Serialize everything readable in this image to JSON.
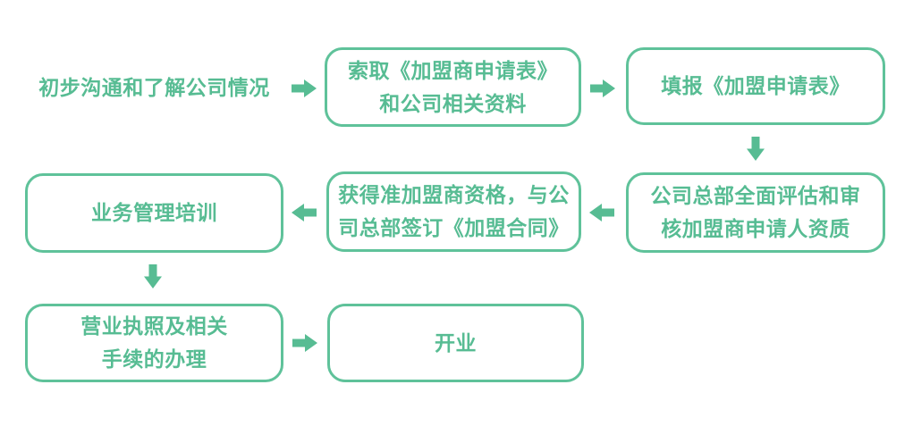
{
  "theme": {
    "background_color": "#ffffff",
    "accent_color": "#57bc93",
    "box_border_color": "#5fc29a"
  },
  "steps": [
    {
      "label": "初步沟通和了解公司情况",
      "shape": "plain-text"
    },
    {
      "label": "索取《加盟商申请表》\n和公司相关资料",
      "shape": "rounded-box"
    },
    {
      "label": "填报《加盟申请表》",
      "shape": "rounded-box"
    },
    {
      "label": "公司总部全面评估和审\n核加盟商申请人资质",
      "shape": "rounded-box"
    },
    {
      "label": "获得准加盟商资格，与公\n司总部签订《加盟合同》",
      "shape": "rounded-box"
    },
    {
      "label": "业务管理培训",
      "shape": "rounded-box"
    },
    {
      "label": "营业执照及相关\n手续的办理",
      "shape": "rounded-box"
    },
    {
      "label": "开业",
      "shape": "rounded-box"
    }
  ],
  "connectors": [
    {
      "from": 1,
      "to": 2,
      "direction": "right",
      "icon": "arrow-right-icon"
    },
    {
      "from": 2,
      "to": 3,
      "direction": "right",
      "icon": "arrow-right-icon"
    },
    {
      "from": 3,
      "to": 4,
      "direction": "down",
      "icon": "arrow-down-icon"
    },
    {
      "from": 4,
      "to": 5,
      "direction": "left",
      "icon": "arrow-left-icon"
    },
    {
      "from": 5,
      "to": 6,
      "direction": "left",
      "icon": "arrow-left-icon"
    },
    {
      "from": 6,
      "to": 7,
      "direction": "down",
      "icon": "arrow-down-icon"
    },
    {
      "from": 7,
      "to": 8,
      "direction": "right",
      "icon": "arrow-right-icon"
    }
  ]
}
